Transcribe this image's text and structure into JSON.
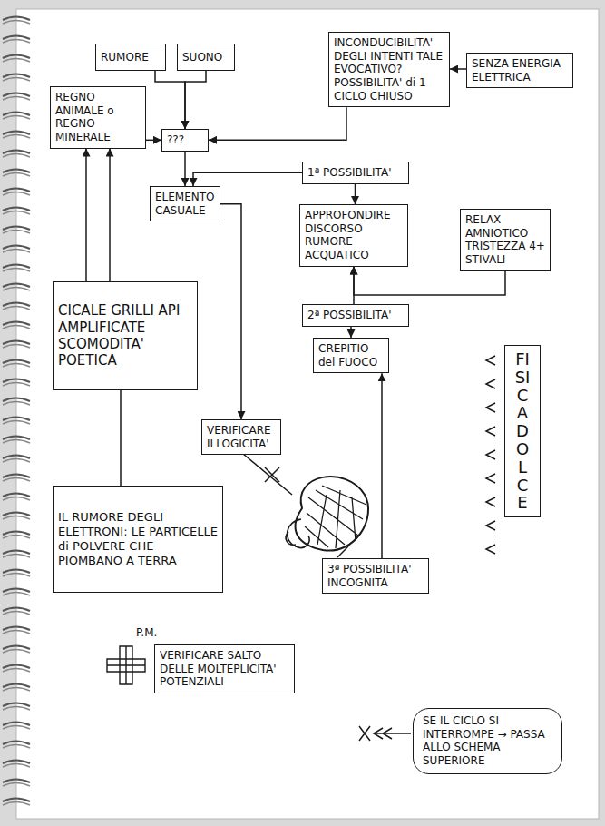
{
  "diagram": {
    "nodes": [
      {
        "text": [
          "RUMORE"
        ]
      },
      {
        "text": [
          "SUONO"
        ]
      },
      {
        "text": [
          "INCONDUCIBILITA' DEGLI INTENTI TALE EVOCATIVO? POSSIBILITA' di 1 CICLO CHIUSO"
        ]
      },
      {
        "text": [
          "SENZA ENERGIA ELETTRICA"
        ]
      },
      {
        "text": [
          "REGNO ANIMALE o REGNO MINERALE"
        ]
      },
      {
        "text": [
          "???"
        ]
      },
      {
        "text": [
          "1ª POSSIBILITA'"
        ]
      },
      {
        "text": [
          "ELEMENTO CASUALE"
        ]
      },
      {
        "text": [
          "APPROFONDIRE DISCORSO RUMORE ACQUATICO"
        ]
      },
      {
        "text": [
          "RELAX AMNIOTICO TRISTEZZA 4+ STIVALI"
        ]
      },
      {
        "text": [
          "CICALE GRILLI API AMPLIFICATE SCOMODITA' POETICA"
        ]
      },
      {
        "text": [
          "2ª POSSIBILITA'"
        ]
      },
      {
        "text": [
          "CREPITIO del FUOCO"
        ]
      },
      {
        "text": [
          "FISICA DOLCE"
        ]
      },
      {
        "text": [
          "VERIFICARE ILLOGICITA'"
        ]
      },
      {
        "text": [
          "IL RUMORE DEGLI ELETTRONI: LE PARTICELLE di POLVERE CHE PIOMBANO A TERRA"
        ]
      },
      {
        "text": [
          "3ª POSSIBILITA' INCOGNITA"
        ]
      },
      {
        "text": [
          "VERIFICARE SALTO DELLE MOLTEPLICITA' POTENZIALI"
        ]
      },
      {
        "text": [
          "SE IL CICLO SI INTERROMPE → PASSA ALLO SCHEMA SUPERIORE"
        ]
      }
    ],
    "edges": [
      {
        "from": 0,
        "to": 5,
        "arrow": "to"
      },
      {
        "from": 1,
        "to": 5,
        "arrow": "to"
      },
      {
        "from": 4,
        "to": 5,
        "arrow": "to"
      },
      {
        "from": 2,
        "to": 5,
        "arrow": "to"
      },
      {
        "from": 3,
        "to": 2,
        "arrow": "to"
      },
      {
        "from": 5,
        "to": 7,
        "arrow": "to"
      },
      {
        "from": 6,
        "to": 7,
        "arrow": "to"
      },
      {
        "from": 6,
        "to": 8,
        "arrow": "to"
      },
      {
        "from": 9,
        "to": 8,
        "arrow": "to"
      },
      {
        "from": 11,
        "to": 8,
        "arrow": "to"
      },
      {
        "from": 11,
        "to": 12,
        "arrow": "to"
      },
      {
        "from": 16,
        "to": 12,
        "arrow": "to"
      },
      {
        "from": 10,
        "to": 4,
        "arrow": "to"
      },
      {
        "from": 10,
        "to": 4,
        "arrow": "to"
      },
      {
        "from": 10,
        "to": 15,
        "arrow": "none"
      },
      {
        "from": 7,
        "to": 14,
        "arrow": "to"
      }
    ],
    "labels": [
      "P.M."
    ]
  }
}
